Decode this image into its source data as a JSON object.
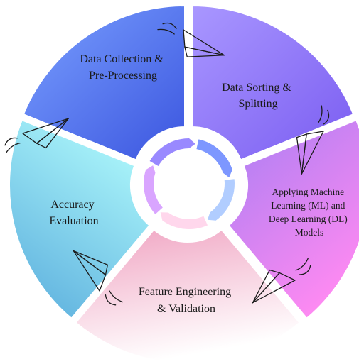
{
  "diagram": {
    "segments": [
      {
        "id": "data-collection",
        "lines": [
          "Data Collection &",
          "Pre-Processing"
        ]
      },
      {
        "id": "data-sorting",
        "lines": [
          "Data Sorting &",
          "Splitting"
        ]
      },
      {
        "id": "applying-models",
        "lines": [
          "Applying Machine",
          "Learning (ML) and",
          "Deep Learning (DL)",
          "Models"
        ]
      },
      {
        "id": "feature-engineering",
        "lines": [
          "Feature Engineering",
          "& Validation"
        ]
      },
      {
        "id": "accuracy-evaluation",
        "lines": [
          "Accuracy",
          "Evaluation"
        ]
      }
    ],
    "colors": {
      "data_collection": [
        "#6f86ff",
        "#3c56e0"
      ],
      "data_sorting": [
        "#9a86ff",
        "#7b5cf0"
      ],
      "applying_models": [
        "#b07cf5",
        "#ff86f3"
      ],
      "feature_engineering": [
        "#f2a9c4",
        "#ffffff"
      ],
      "accuracy_evaluation": [
        "#9ff0f8",
        "#5fb4de"
      ]
    },
    "center_ring_colors": [
      "#8e7cff",
      "#6f8cff",
      "#a8c8ff",
      "#ffd3ea",
      "#d59bff"
    ]
  }
}
